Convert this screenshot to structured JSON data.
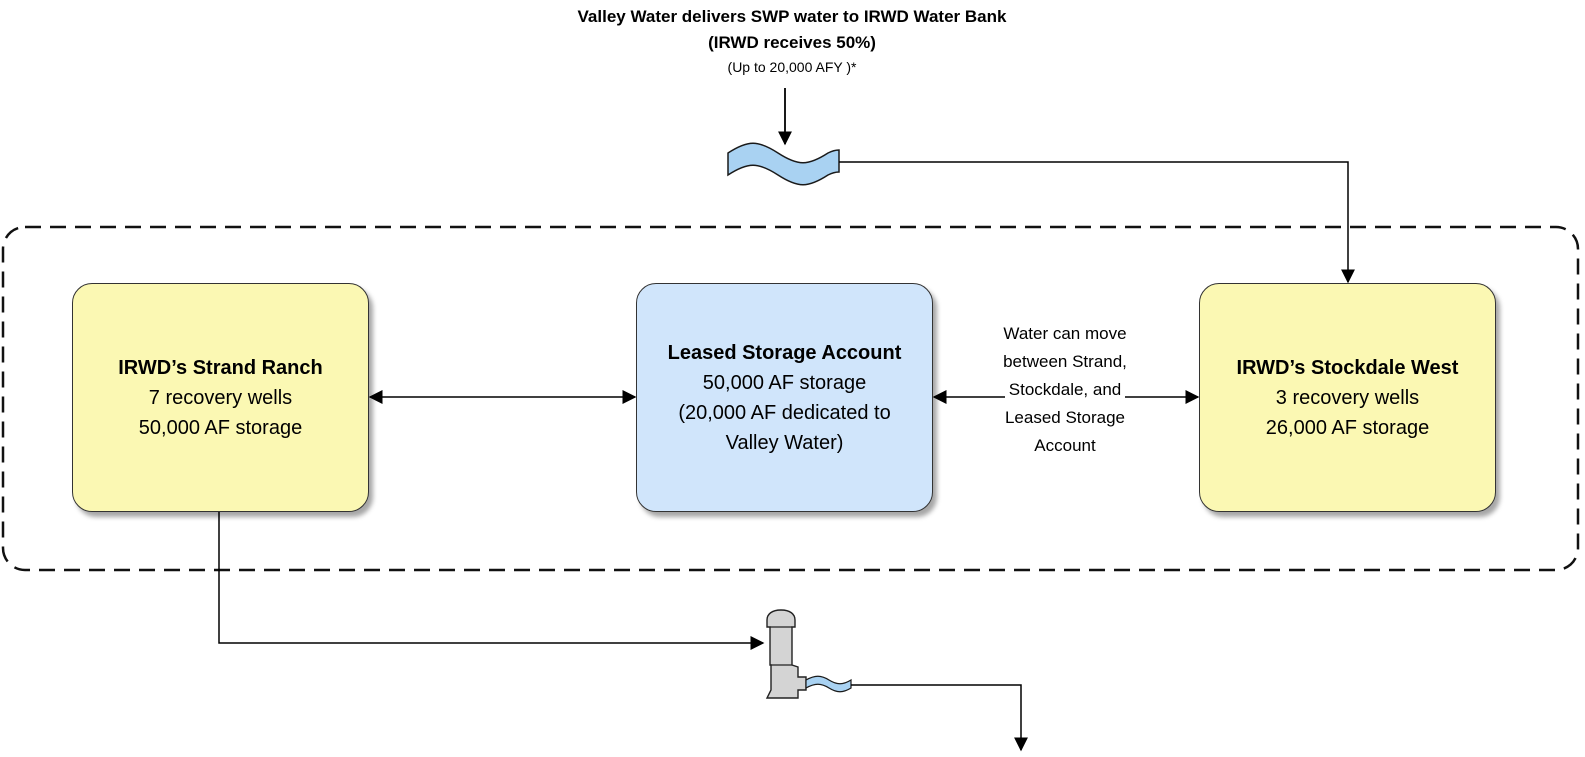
{
  "inflow": {
    "title_line1": "Valley Water delivers SWP water to IRWD Water Bank",
    "title_line2": "(IRWD receives 50%)",
    "subtitle": "(Up to 20,000 AFY )*"
  },
  "boxes": {
    "strand": {
      "title": "IRWD’s Strand Ranch",
      "line1": "7 recovery wells",
      "line2": "50,000 AF storage"
    },
    "leased": {
      "title": "Leased Storage Account",
      "line1": "50,000 AF storage",
      "line2": "(20,000 AF dedicated to",
      "line3": "Valley Water)"
    },
    "stockdale": {
      "title": "IRWD’s Stockdale West",
      "line1": "3 recovery wells",
      "line2": "26,000 AF storage"
    }
  },
  "move_note": {
    "line1": "Water can move",
    "line2": "between Strand,",
    "line3": "Stockdale, and",
    "line4": "Leased Storage",
    "line5": "Account"
  },
  "colors": {
    "yellow_fill": "#fbf8b3",
    "blue_fill": "#d0e5fb",
    "water_fill": "#a9d2f2",
    "pump_fill": "#d4d4d4",
    "line": "#000000"
  },
  "icons": [
    "water-wave-icon",
    "pump-icon",
    "small-water-wave-icon"
  ]
}
